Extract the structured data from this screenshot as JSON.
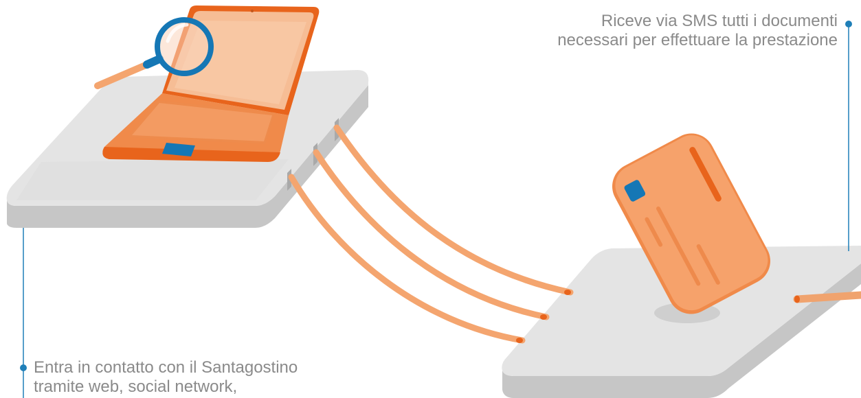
{
  "captions": {
    "top": {
      "line1": "Riceve via SMS tutti i documenti",
      "line2": "necessari per effettuare la prestazione"
    },
    "bottom": {
      "line1": "Entra in contatto con il Santagostino",
      "line2": "tramite web, social network,"
    }
  },
  "colors": {
    "accent_orange": "#f08a4a",
    "light_orange": "#f6bd95",
    "deep_orange": "#e8641c",
    "blue": "#1577b5",
    "platform_top": "#e3e3e3",
    "platform_side": "#c4c4c4",
    "connector_line": "#1f7fb8",
    "caption_text": "#8a8a8a"
  },
  "icons": [
    "laptop-icon",
    "magnifier-icon",
    "card-icon",
    "connector-dot-icon"
  ]
}
